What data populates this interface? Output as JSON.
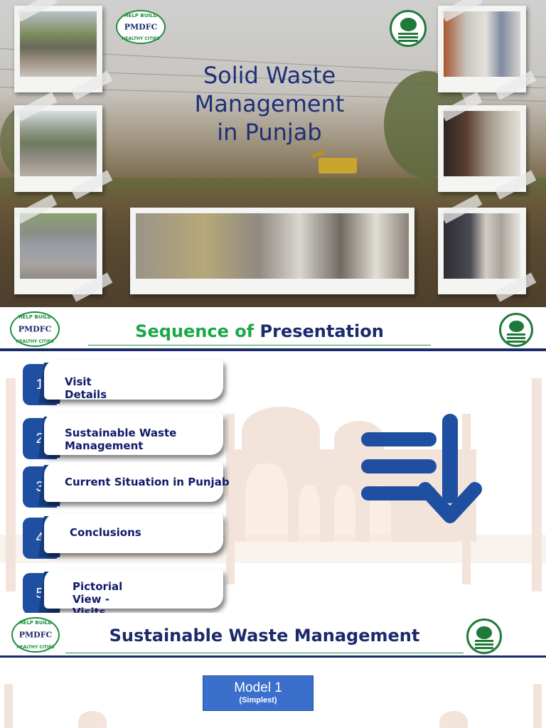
{
  "slide1": {
    "title_lines": [
      "Solid Waste",
      "Management",
      "in Punjab"
    ],
    "logo": {
      "ring_top": "HELP BUILD",
      "name": "PMDFC",
      "ring_bottom": "HEALTHY CITIES"
    }
  },
  "slide2": {
    "title_part1": "Sequence of",
    "title_part2": "Presentation",
    "logo": {
      "ring_top": "HELP BUILD",
      "name": "PMDFC",
      "ring_bottom": "HEALTHY CITIES"
    },
    "items": [
      {
        "num": "1",
        "label": "Visit Details"
      },
      {
        "num": "2",
        "label": "Sustainable Waste Management"
      },
      {
        "num": "3",
        "label": "Current Situation in Punjab"
      },
      {
        "num": "4",
        "label": "Conclusions"
      },
      {
        "num": "5",
        "label": "Pictorial View - Visits"
      }
    ],
    "colors": {
      "accent_blue": "#1f4fa0",
      "title_green": "#1aa84a",
      "navy": "#1b2a6b"
    }
  },
  "slide3": {
    "title": "Sustainable Waste Management",
    "logo": {
      "ring_top": "HELP BUILD",
      "name": "PMDFC",
      "ring_bottom": "HEALTHY CITIES"
    },
    "model_box": {
      "title": "Model 1",
      "subtitle": "(Simplest)"
    }
  }
}
